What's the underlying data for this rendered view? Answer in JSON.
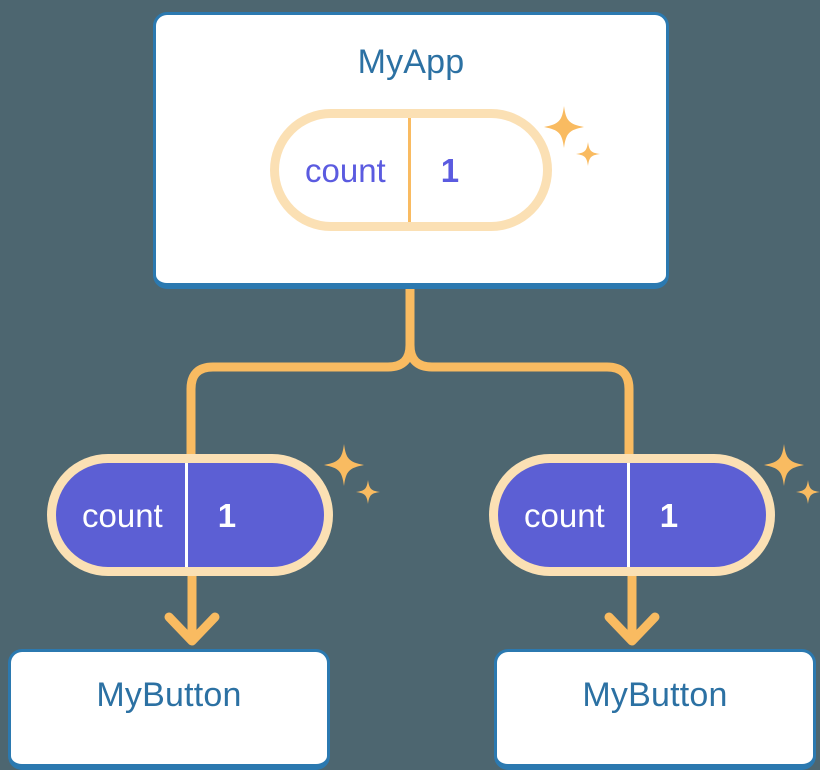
{
  "diagram": {
    "type": "component-tree",
    "background_color": "#4d6670",
    "accent_orange": "#f9bb61",
    "accent_blue": "#2b79b0",
    "accent_purple": "#5c5fd4",
    "title_color": "#2c71a3"
  },
  "root": {
    "card_label": "MyApp",
    "state": {
      "key": "count",
      "value": "1"
    }
  },
  "children": [
    {
      "state": {
        "key": "count",
        "value": "1"
      },
      "card_label": "MyButton"
    },
    {
      "state": {
        "key": "count",
        "value": "1"
      },
      "card_label": "MyButton"
    }
  ],
  "icons": {
    "sparkle_large": "sparkle-four-point-large",
    "sparkle_small": "sparkle-four-point-small",
    "arrow": "arrow-down"
  }
}
